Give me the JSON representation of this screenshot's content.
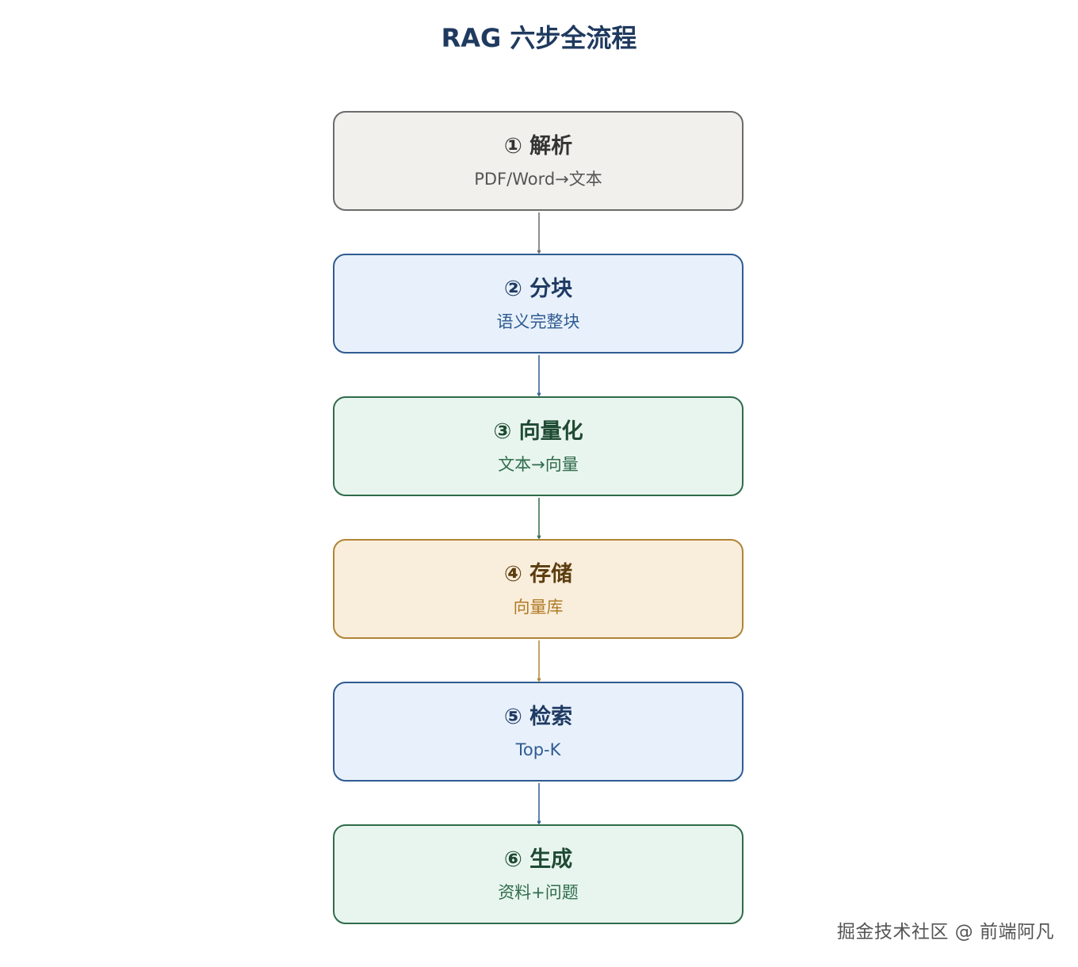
{
  "title": "RAG 六步全流程",
  "colors": {
    "title": "#1f3a5f",
    "watermark": "#555555"
  },
  "steps": [
    {
      "title": "① 解析",
      "subtitle": "PDF/Word→文本",
      "colors": {
        "fill": "#f1f0ec",
        "border": "#6b6b6b",
        "title": "#333333",
        "subtitle": "#555555",
        "arrow": "#6b6b6b"
      }
    },
    {
      "title": "② 分块",
      "subtitle": "语义完整块",
      "colors": {
        "fill": "#e8f1fb",
        "border": "#2f5b92",
        "title": "#1f3a63",
        "subtitle": "#2f5b92",
        "arrow": "#2f5b92"
      }
    },
    {
      "title": "③ 向量化",
      "subtitle": "文本→向量",
      "colors": {
        "fill": "#e8f5ee",
        "border": "#2f6b4b",
        "title": "#1f4a33",
        "subtitle": "#2f6b4b",
        "arrow": "#2f6b4b"
      }
    },
    {
      "title": "④ 存储",
      "subtitle": "向量库",
      "colors": {
        "fill": "#f9eedb",
        "border": "#b08436",
        "title": "#5b3d10",
        "subtitle": "#b07a26",
        "arrow": "#b08436"
      }
    },
    {
      "title": "⑤ 检索",
      "subtitle": "Top-K",
      "colors": {
        "fill": "#e8f1fb",
        "border": "#2f5b92",
        "title": "#1f3a63",
        "subtitle": "#2f5b92",
        "arrow": "#2f5b92"
      }
    },
    {
      "title": "⑥ 生成",
      "subtitle": "资料+问题",
      "colors": {
        "fill": "#e8f5ee",
        "border": "#2f6b4b",
        "title": "#1f4a33",
        "subtitle": "#2f6b4b",
        "arrow": "#2f6b4b"
      }
    }
  ],
  "watermark": "掘金技术社区 @ 前端阿凡"
}
